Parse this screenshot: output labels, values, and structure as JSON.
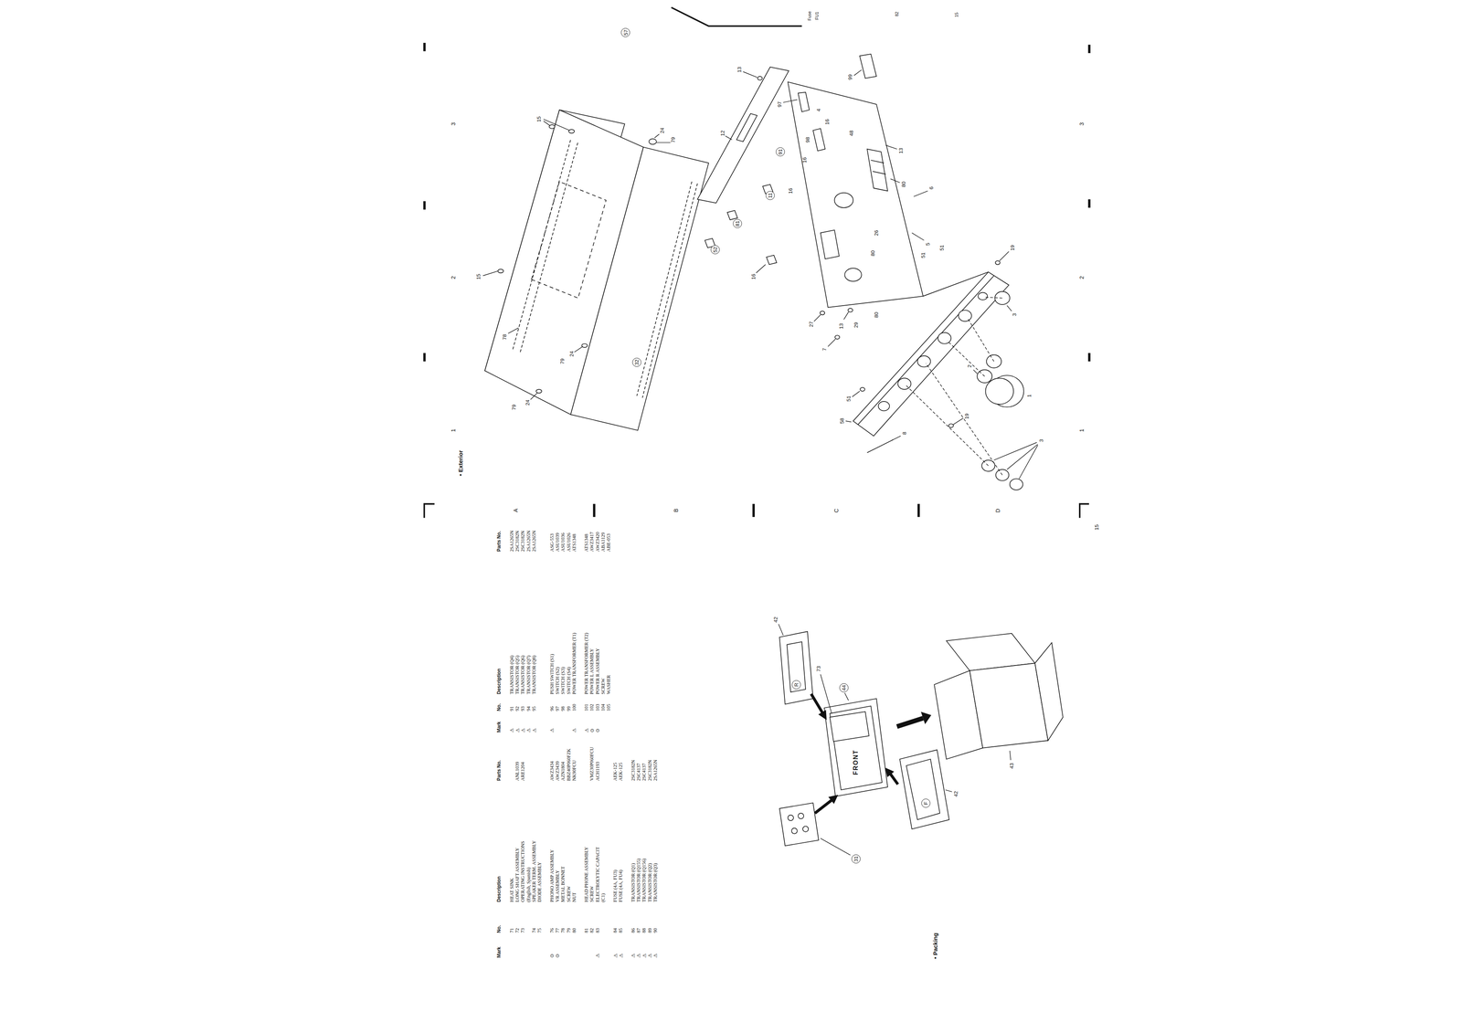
{
  "diagram": {
    "nodes": [
      {
        "text": [
          "57"
        ]
      },
      {
        "text": [
          "32"
        ]
      },
      {
        "text": [
          "91"
        ]
      },
      {
        "text": [
          "11"
        ]
      },
      {
        "text": [
          "81"
        ]
      },
      {
        "text": [
          "52"
        ]
      },
      {
        "text": [
          "R"
        ]
      },
      {
        "text": [
          "44"
        ]
      },
      {
        "text": [
          "F"
        ]
      },
      {
        "text": [
          "31"
        ]
      }
    ],
    "labels": [
      "Mark",
      "No.",
      "Description",
      "Parts No.",
      "Mark",
      "No.",
      "Description",
      "Parts No.",
      "71",
      "HEAT SINK",
      "72",
      "LONG SHAFT ASSEMBLY",
      "ANL1039",
      "73",
      "OPERATING INSTRUCTIONS",
      "ARE1204",
      "(English, Spanish)",
      "74",
      "SPEAKER TERM. ASSEMBLY",
      "75",
      "DIODE ASSEMBLY",
      "⊙",
      "76",
      "PHONO AMP ASSEMBLY",
      "AWZ3434",
      "⊙",
      "77",
      "VR ASSEMBLY",
      "AWZ3439",
      "78",
      "METAL BONNET",
      "AZN1804",
      "79",
      "SCREW",
      "BBZ40P060FZK",
      "80",
      "NUT",
      "NK90FCU",
      "81",
      "HEAD PHONE ASSEMBLY",
      "82",
      "SCREW",
      "VMZ30P060FCU",
      "⚠",
      "83",
      "ELECTROLYTIC CAPACIT",
      "ACH1193",
      "(C1)",
      "⚠",
      "84",
      "FUSE (4A, FU3)",
      "AEK-125",
      "⚠",
      "85",
      "FUSE (4A, FU4)",
      "AEK-125",
      "⚠",
      "86",
      "TRANSISTOR (Q1)",
      "2SC3182N",
      "⚠",
      "87",
      "TRANSISTOR (Q155)",
      "2SC4137",
      "⚠",
      "88",
      "TRANSISTOR (Q156)",
      "2SC4137",
      "⚠",
      "89",
      "TRANSISTOR (Q2)",
      "2SC3182N",
      "⚠",
      "90",
      "TRANSISTOR (Q3)",
      "2SA1265N",
      "⚠",
      "91",
      "TRANSISTOR (Q4)",
      "2SA1265N",
      "⚠",
      "92",
      "TRANSISTOR (Q5)",
      "2SC3182N",
      "⚠",
      "93",
      "TRANSISTOR (Q6)",
      "2SC3182N",
      "⚠",
      "94",
      "TRANSISTOR (Q7)",
      "2SA1265N",
      "⚠",
      "95",
      "TRANSISTOR (Q8)",
      "2SA1265N",
      "⚠",
      "96",
      "PUSH SWITCH (S1)",
      "ASG-553",
      "97",
      "SWITCH (S2)",
      "ASU1039",
      "98",
      "SWITCH (S3)",
      "ASU1036",
      "99",
      "SWITCH (S4)",
      "ASU1026",
      "⚠",
      "100",
      "POWER TRANSFORMER (T1)",
      "ATS1348",
      "⚠",
      "101",
      "POWER TRANSFORMER (T2)",
      "ATS1348",
      "⊙",
      "102",
      "POWER L ASSEMBLY",
      "AWZ3417",
      "⊙",
      "103",
      "POWER R ASSEMBLY",
      "AWZ3420",
      "104",
      "SCREW",
      "ABA1129",
      "105",
      "WASHER",
      "ABE-053",
      "• Exterior",
      "• Packing",
      "1",
      "2",
      "3",
      "A",
      "B",
      "C",
      "D",
      "1",
      "2",
      "3",
      "15",
      "Fuse",
      "FU1",
      "82",
      "15",
      "15",
      "15",
      "24",
      "79",
      "78",
      "79",
      "24",
      "79",
      "24",
      "13",
      "12",
      "97",
      "4",
      "16",
      "99",
      "48",
      "98",
      "16",
      "13",
      "16",
      "80",
      "6",
      "26",
      "5",
      "51",
      "51",
      "80",
      "16",
      "27",
      "13",
      "29",
      "80",
      "19",
      "7",
      "3",
      "51",
      "58",
      "8",
      "19",
      "2",
      "1",
      "3",
      "42",
      "73",
      "42",
      "43",
      "FRONT"
    ]
  }
}
